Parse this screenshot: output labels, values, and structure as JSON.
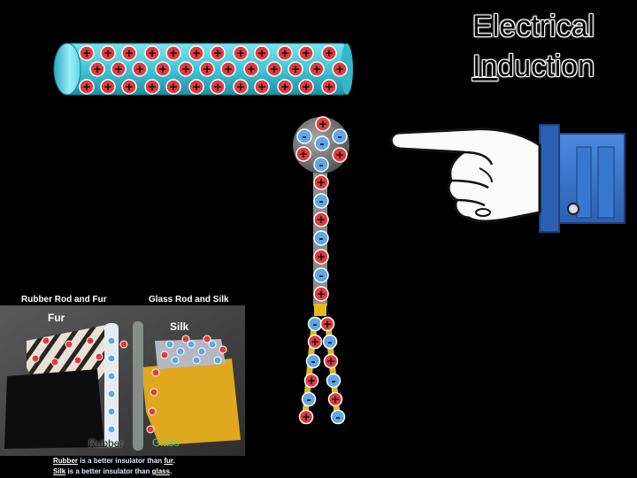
{
  "slide": {
    "title_line1": "Electrical",
    "title_line2_underlined": "In",
    "title_line2_rest": "duction"
  },
  "signs": {
    "plus": "+",
    "minus": "-"
  },
  "photo": {
    "label_left": "Rubber Rod and Fur",
    "label_right": "Glass Rod and Silk",
    "fur": "Fur",
    "silk": "Silk",
    "rubber": "Rubber",
    "glass": "Glass",
    "note1_a": "Rubber",
    "note1_b": " is a better insulator than ",
    "note1_c": "fur",
    "note1_d": ".",
    "note2_a": "Silk",
    "note2_b": " is a better insulator than ",
    "note2_c": "glass",
    "note2_d": "."
  },
  "colors": {
    "rod": "#3fc7d8",
    "plus_badge": "#e23a3a",
    "minus_badge": "#5ea8e6",
    "sleeve": "#3978cf",
    "gold": "#e4ba1b"
  },
  "icons": [
    "pointing-hand-icon",
    "electroscope-icon",
    "charged-rod-icon"
  ]
}
